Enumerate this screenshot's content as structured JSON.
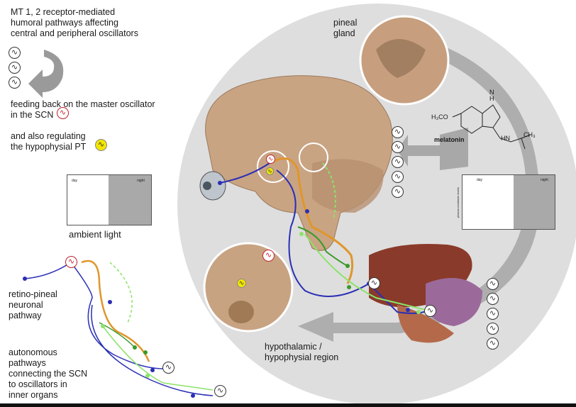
{
  "texts": {
    "mt_title": "MT 1, 2 receptor-mediated\nhumoral pathways affecting\ncentral and peripheral oscillators",
    "feeding": "feeding back on the master oscillator\nin the SCN",
    "regulating": "and also regulating\nthe hypophysial PT",
    "ambient": "ambient light",
    "retino": "retino-pineal\nneuronal\npathway",
    "autonomous": "autonomous\npathways\nconnecting the SCN\nto oscillators in\ninner organs",
    "pineal": "pineal\ngland",
    "melatonin": "melatonin",
    "hypothalamic": "hypothalamic /\nhypophysial region"
  },
  "ambient_panel": {
    "day": "day",
    "night": "night"
  },
  "plasma_panel": {
    "day": "day",
    "night": "night",
    "ylabel": "plasma melatonin levels"
  },
  "molecule": {
    "nh": "N\nH",
    "h3co": "H₃CO",
    "hn": "HN",
    "ch3": "CH₃"
  },
  "icons": {
    "wave_glyph": "∿"
  },
  "colors": {
    "retino": "#2b2fb5",
    "orange": "#e0962a",
    "green_dark": "#3a9a2a",
    "green_light": "#8be36a",
    "red": "#c0232b",
    "yellow": "#f2e600",
    "gray_arrow": "#a8a8a8"
  }
}
